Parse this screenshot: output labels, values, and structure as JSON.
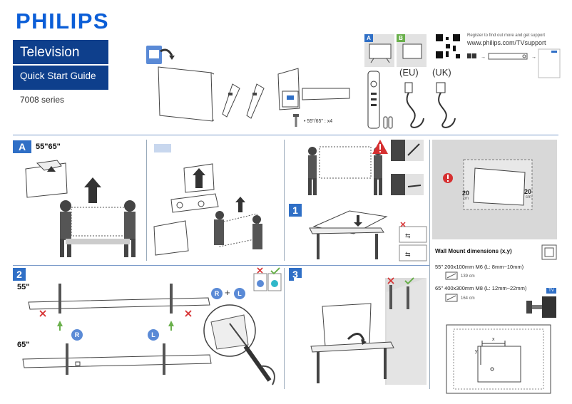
{
  "brand": {
    "logo": "PHILIPS"
  },
  "cover": {
    "product": "Television",
    "guide": "Quick Start Guide",
    "series": "7008 series"
  },
  "header_box": {
    "badge_a": "A",
    "badge_b": "B",
    "eu": "(EU)",
    "uk": "(UK)"
  },
  "register": {
    "line1": "Register to find out more and get support",
    "url": "www.philips.com/TVsupport"
  },
  "screws": {
    "label": "• 55\"/65\" : x4"
  },
  "sectionA": {
    "badge": "A",
    "sizes": "55\"65\""
  },
  "step1": {
    "badge": "1"
  },
  "step2": {
    "badge": "2",
    "size55": "55\"",
    "size65": "65\"",
    "r": "R",
    "l": "L",
    "plus": "+"
  },
  "step3": {
    "badge": "3"
  },
  "sectionB": {
    "badge": "B",
    "dist_left": "20",
    "dist_right": "20",
    "unit": "cm",
    "wallmount_title": "Wall Mount dimensions (x,y)",
    "row55": "55\"  200x100mm M6 (L: 8mm~10mm)",
    "row55_depth": "139 cm",
    "row65": "65\"  400x300mm M8 (L: 12mm~22mm)",
    "row65_depth": "164 cm",
    "tv_tag": "TV",
    "x": "x",
    "y": "y"
  },
  "colors": {
    "brand_blue": "#0b5ed7",
    "band": "#0e3f8c",
    "accent": "#2f6fc6",
    "green": "#6ab04c",
    "red": "#d63031"
  }
}
